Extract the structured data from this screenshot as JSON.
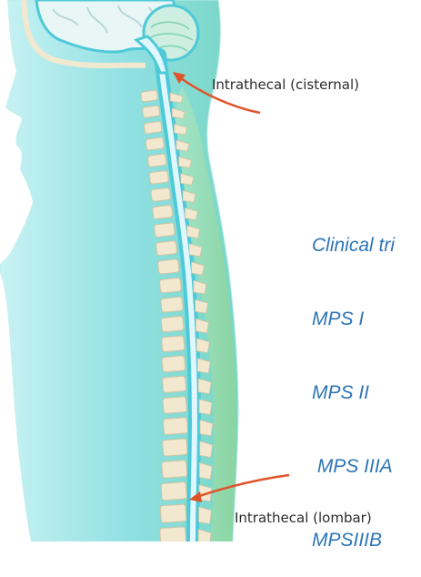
{
  "labels": {
    "cisternal": "Intrathecal (cisternal)",
    "lombar": "Intrathecal (lombar)"
  },
  "clinical_trials": {
    "heading": "Clinical tri",
    "items": [
      "MPS I",
      "MPS II",
      " MPS IIIA",
      "MPSIIIB"
    ]
  },
  "colors": {
    "body_fill": "#8fe0e2",
    "back_tissue": "#9ad9a8",
    "spinal_cord": "#dff8ff",
    "vertebra": "#f2e8cf",
    "arrow": "#e0532a",
    "trial_heading": "#1f3864",
    "trial_items": "#2e75b6"
  }
}
